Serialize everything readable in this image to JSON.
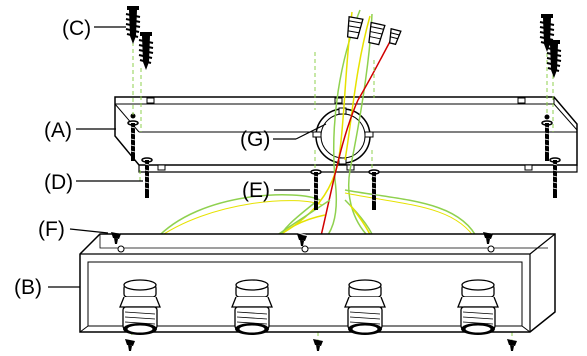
{
  "diagram": {
    "parts": {
      "A": "(A)",
      "B": "(B)",
      "C": "(C)",
      "D": "(D)",
      "E": "(E)",
      "F": "(F)",
      "G": "(G)"
    }
  },
  "colors": {
    "wire_green": "#8fd14f",
    "wire_yellow": "#e6e200",
    "wire_red": "#d10000",
    "line": "#000000",
    "fill": "#ffffff"
  },
  "icons": [
    "wood-screw-icon",
    "bolt-icon",
    "set-screw-icon",
    "wire-nut-icon",
    "socket-icon",
    "mounting-ring-icon"
  ]
}
